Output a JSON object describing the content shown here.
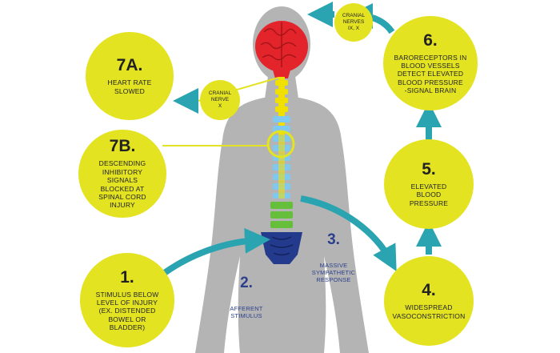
{
  "colors": {
    "bubble": "#e3e322",
    "arrow": "#2aa4b0",
    "silhouette": "#b4b4b4",
    "brain": "#e3242b",
    "brainstem": "#e3242b",
    "cervical": "#f0e000",
    "thoracic": "#7fc8f0",
    "lumbar": "#66bf3a",
    "sacral": "#243a8c",
    "label_text": "#2b3f8c"
  },
  "bubbles": {
    "b7a": {
      "number": "7A.",
      "text": "HEART RATE\nSLOWED"
    },
    "b7b": {
      "number": "7B.",
      "text": "DESCENDING\nINHIBITORY SIGNALS\nBLOCKED AT\nSPINAL CORD\nINJURY"
    },
    "b1": {
      "number": "1.",
      "text": "STIMULUS BELOW\nLEVEL OF INJURY\n(EX. DISTENDED\nBOWEL OR\nBLADDER)"
    },
    "b6": {
      "number": "6.",
      "text": "BARORECEPTORS IN\nBLOOD VESSELS\nDETECT ELEVATED\nBLOOD PRESSURE\n-SIGNAL BRAIN"
    },
    "b5": {
      "number": "5.",
      "text": "ELEVATED\nBLOOD\nPRESSURE"
    },
    "b4": {
      "number": "4.",
      "text": "WIDESPREAD\nVASOCONSTRICTION"
    }
  },
  "nerve_bubbles": {
    "cn9": "CRANIAL\nNERVES\nIX, X",
    "cn10": "CRANIAL\nNERVE\nX"
  },
  "labels": {
    "afferent": {
      "number": "2.",
      "text": "AFFERENT\nSTIMULUS"
    },
    "sympathetic": {
      "number": "3.",
      "text": "MASSIVE\nSYMPATHETIC\nRESPONSE"
    }
  }
}
